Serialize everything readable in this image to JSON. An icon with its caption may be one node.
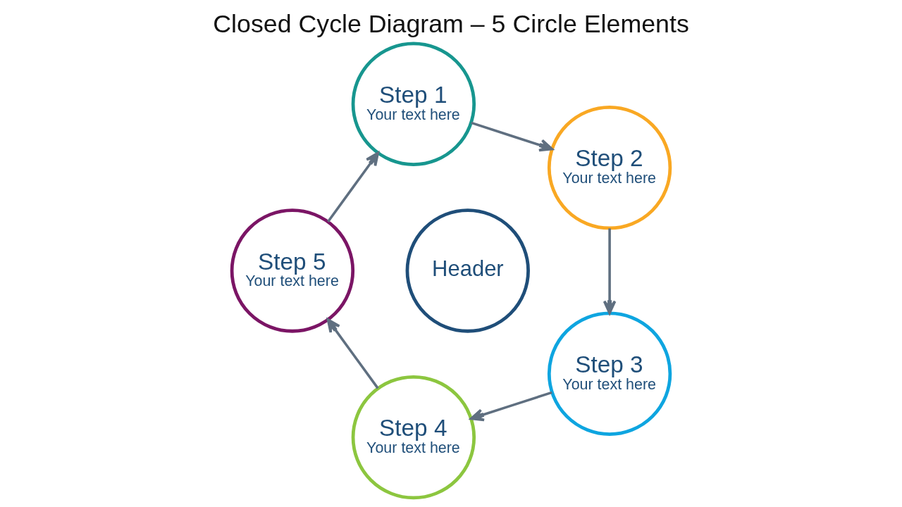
{
  "diagram": {
    "title": "Closed Cycle Diagram – 5 Circle Elements",
    "nodes": [
      {
        "text": [
          "Step 1",
          "Your text here"
        ]
      },
      {
        "text": [
          "Step 2",
          "Your text here"
        ]
      },
      {
        "text": [
          "Step 3",
          "Your text here"
        ]
      },
      {
        "text": [
          "Step 4",
          "Your text here"
        ]
      },
      {
        "text": [
          "Step 5",
          "Your text here"
        ]
      },
      {
        "text": [
          "Header"
        ]
      }
    ],
    "edges": [
      {
        "from": 0,
        "to": 1,
        "arrow": "to"
      },
      {
        "from": 1,
        "to": 2,
        "arrow": "to"
      },
      {
        "from": 2,
        "to": 3,
        "arrow": "to"
      },
      {
        "from": 3,
        "to": 4,
        "arrow": "to"
      },
      {
        "from": 4,
        "to": 0,
        "arrow": "to"
      }
    ]
  }
}
